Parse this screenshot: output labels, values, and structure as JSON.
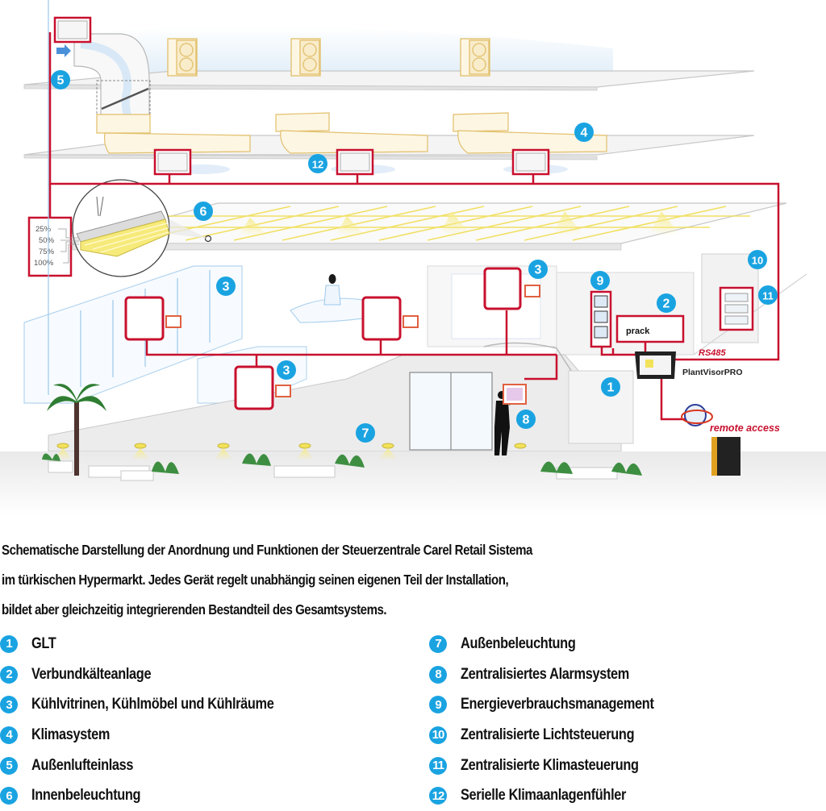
{
  "diagram": {
    "dimming_levels": [
      "25%",
      "50%",
      "75%",
      "100%"
    ],
    "bus_label": "RS485",
    "supervisor_label": "PlantVisorPRO",
    "remote_label": "remote access",
    "device_screen_label": "prack",
    "markers": [
      {
        "n": "1"
      },
      {
        "n": "2"
      },
      {
        "n": "3"
      },
      {
        "n": "3"
      },
      {
        "n": "3"
      },
      {
        "n": "4"
      },
      {
        "n": "5"
      },
      {
        "n": "6"
      },
      {
        "n": "7"
      },
      {
        "n": "8"
      },
      {
        "n": "9"
      },
      {
        "n": "10"
      },
      {
        "n": "11"
      },
      {
        "n": "12"
      }
    ],
    "colors": {
      "wire_red": "#c8102e",
      "badge_blue": "#1aa3e1",
      "hvac_yellow": "#e8c46a",
      "refrigeration_blue": "#9cc8ea",
      "lighting_yellow": "#f2e25a"
    }
  },
  "caption": {
    "lines": [
      "Schematische Darstellung der Anordnung und Funktionen der Steuerzentrale Carel Retail Sistema",
      "im türkischen Hypermarkt. Jedes Gerät regelt unabhängig seinen eigenen Teil der Installation,",
      "bildet aber gleichzeitig integrierenden Bestandteil des Gesamtsystems."
    ]
  },
  "legend": {
    "left": [
      {
        "n": "1",
        "label": "GLT"
      },
      {
        "n": "2",
        "label": "Verbundkälteanlage"
      },
      {
        "n": "3",
        "label": "Kühlvitrinen, Kühlmöbel und Kühlräume"
      },
      {
        "n": "4",
        "label": "Klimasystem"
      },
      {
        "n": "5",
        "label": "Außenlufteinlass"
      },
      {
        "n": "6",
        "label": "Innenbeleuchtung"
      }
    ],
    "right": [
      {
        "n": "7",
        "label": "Außenbeleuchtung"
      },
      {
        "n": "8",
        "label": "Zentralisiertes Alarmsystem"
      },
      {
        "n": "9",
        "label": "Energieverbrauchsmanagement"
      },
      {
        "n": "10",
        "label": "Zentralisierte Lichtsteuerung"
      },
      {
        "n": "11",
        "label": "Zentralisierte Klimasteuerung"
      },
      {
        "n": "12",
        "label": "Serielle Klimaanlagenfühler"
      }
    ]
  }
}
